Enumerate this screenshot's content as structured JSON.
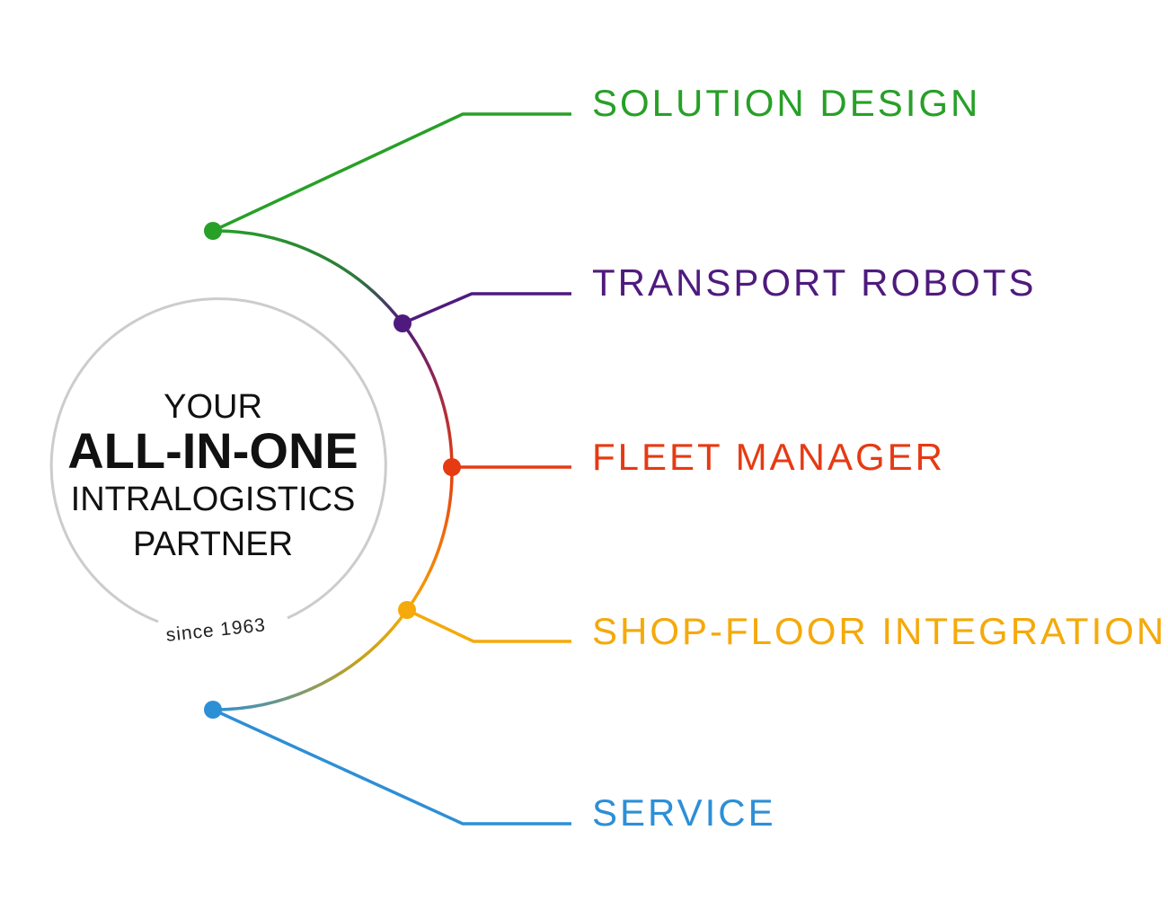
{
  "center": {
    "line1": "YOUR",
    "line2": "ALL-IN-ONE",
    "line3": "INTRALOGISTICS",
    "line4": "PARTNER",
    "since": "since 1963"
  },
  "branches": [
    {
      "label": "SOLUTION DESIGN",
      "color": "#27a027"
    },
    {
      "label": "TRANSPORT ROBOTS",
      "color": "#4f1a7d"
    },
    {
      "label": "FLEET MANAGER",
      "color": "#e63a13"
    },
    {
      "label": "SHOP-FLOOR INTEGRATION",
      "color": "#f5a90a"
    },
    {
      "label": "SERVICE",
      "color": "#2d8fd6"
    }
  ],
  "colors": {
    "ring": "#cccccc",
    "text": "#111111"
  }
}
